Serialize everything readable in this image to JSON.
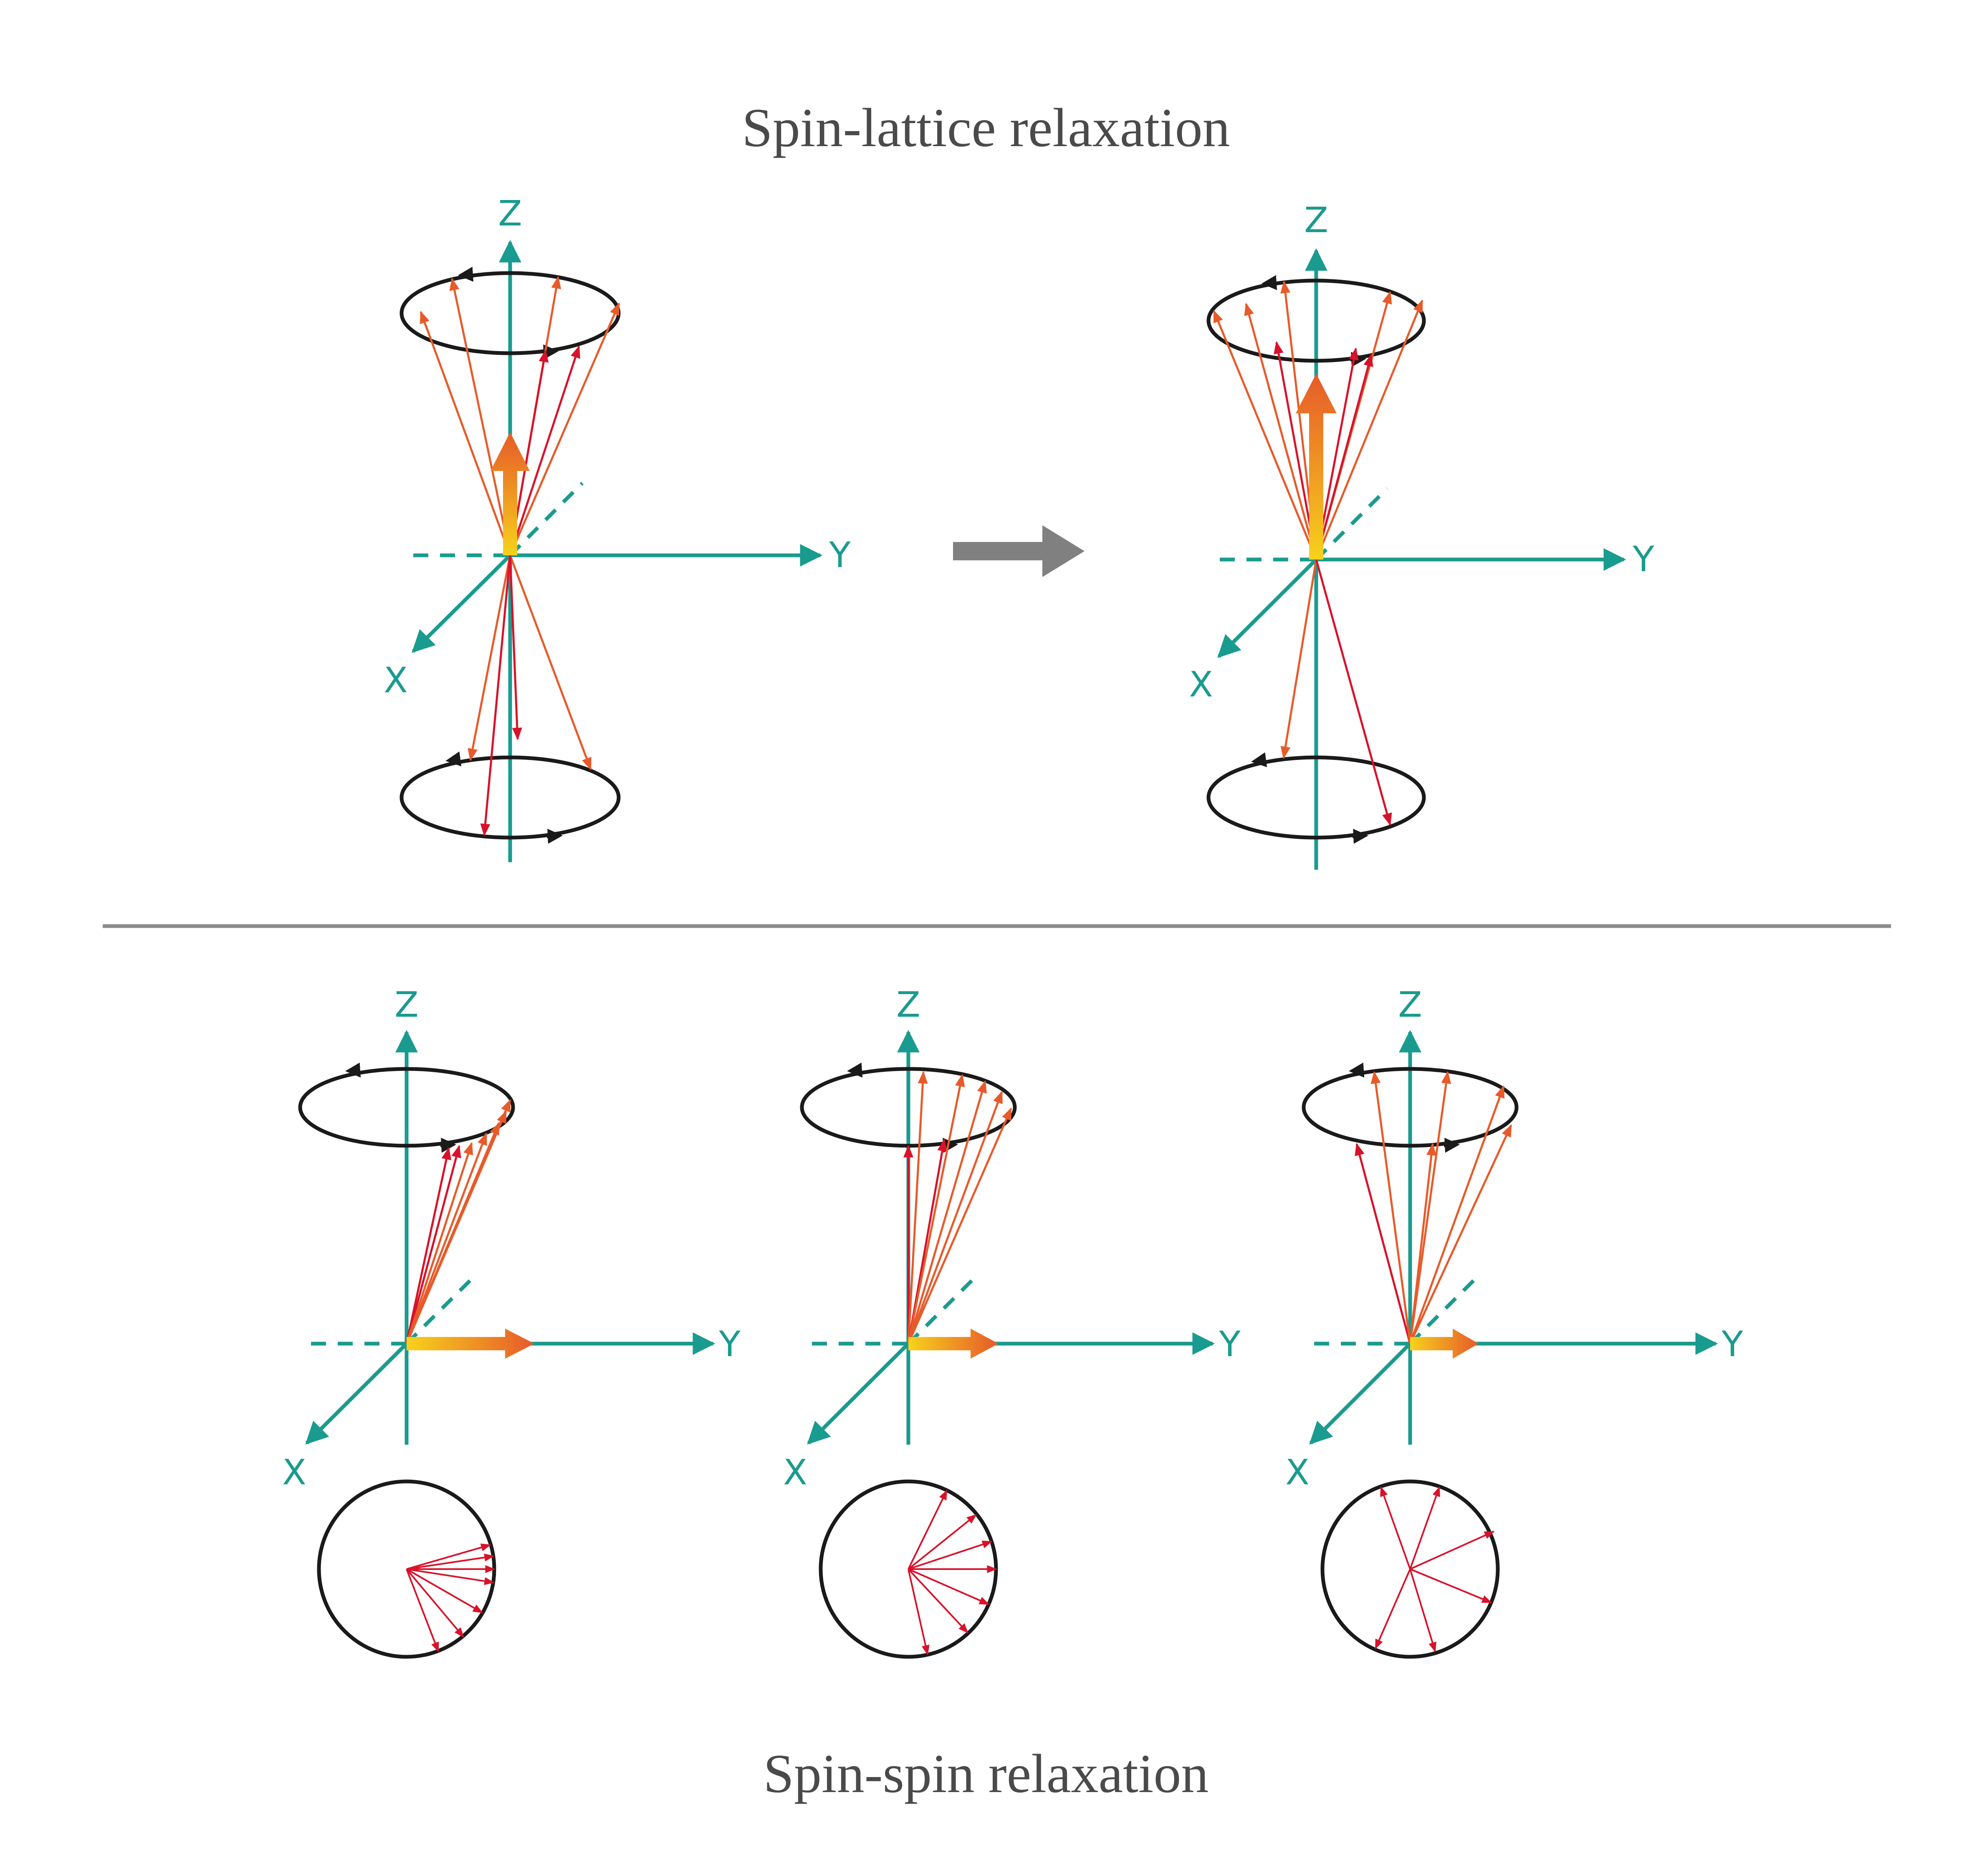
{
  "titles": {
    "top": "Spin-lattice relaxation",
    "bottom": "Spin-spin relaxation"
  },
  "axis_labels": {
    "z": "Z",
    "y": "Y",
    "x": "X"
  },
  "colors": {
    "axis": "#1a9b8f",
    "ring": "#1a1a1a",
    "spin_red": "#d8122a",
    "spin_orange": "#e85a2a",
    "magnet_start": "#f7d21c",
    "magnet_end": "#e65a2a",
    "process_arrow": "#808080",
    "divider": "#8c8c8c"
  },
  "panels": {
    "t1_before": {
      "kind": "spin-lattice",
      "spins_up": 6,
      "spins_down": 4,
      "net_magnetization": 0.3
    },
    "t1_after": {
      "kind": "spin-lattice",
      "spins_up": 8,
      "spins_down": 2,
      "net_magnetization": 0.6
    },
    "t2_1": {
      "kind": "spin-spin",
      "spins": 7,
      "dephasing_spread_deg": 75,
      "transverse_magnetization": 0.95
    },
    "t2_2": {
      "kind": "spin-spin",
      "spins": 7,
      "dephasing_spread_deg": 125,
      "transverse_magnetization": 0.72
    },
    "t2_3": {
      "kind": "spin-spin",
      "spins": 6,
      "dephasing_spread_deg": 220,
      "transverse_magnetization": 0.5
    }
  }
}
